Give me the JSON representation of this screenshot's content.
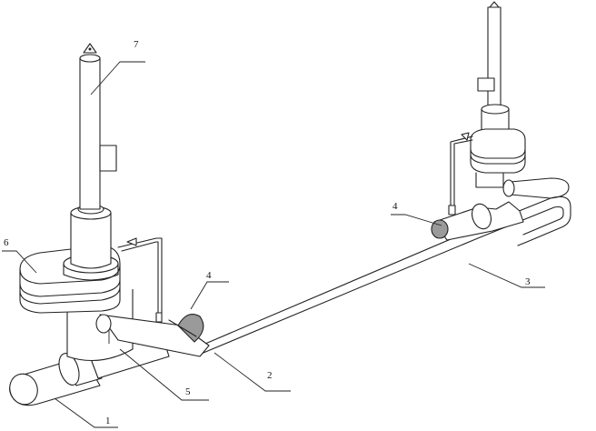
{
  "labels": {
    "l1": "1",
    "l2": "2",
    "l3": "3",
    "l4a": "4",
    "l4b": "4",
    "l5": "5",
    "l6": "6",
    "l7": "7"
  }
}
